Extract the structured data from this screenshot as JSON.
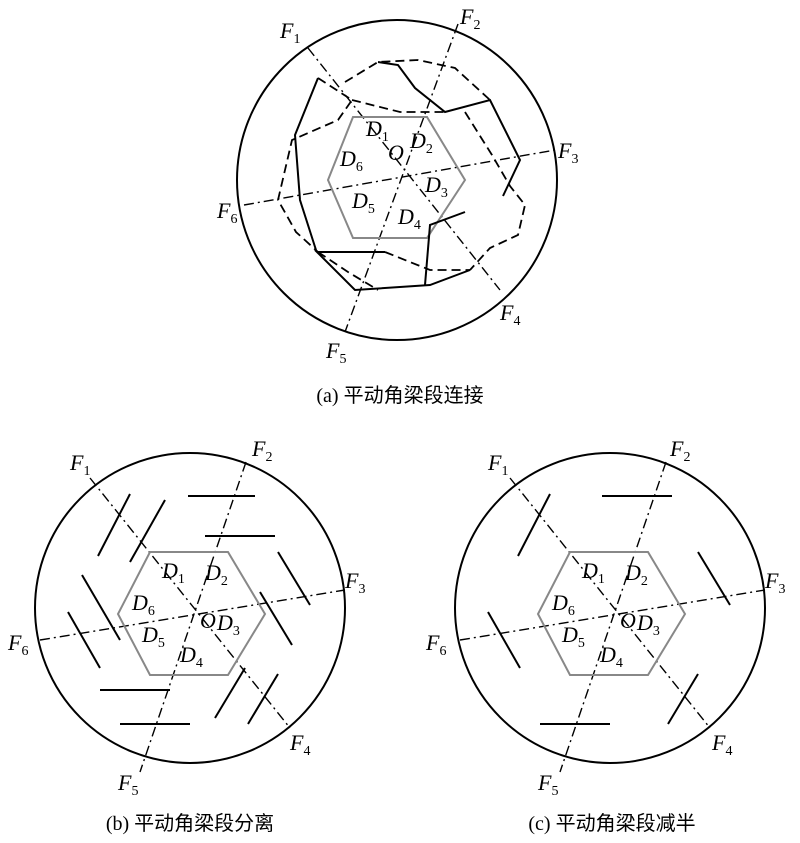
{
  "captions": {
    "a": "(a) 平动角梁段连接",
    "b": "(b) 平动角梁段分离",
    "c": "(c) 平动角梁段减半"
  },
  "labels": {
    "F": "F",
    "D": "D",
    "O": "O",
    "subs": [
      "1",
      "2",
      "3",
      "4",
      "5",
      "6"
    ]
  }
}
